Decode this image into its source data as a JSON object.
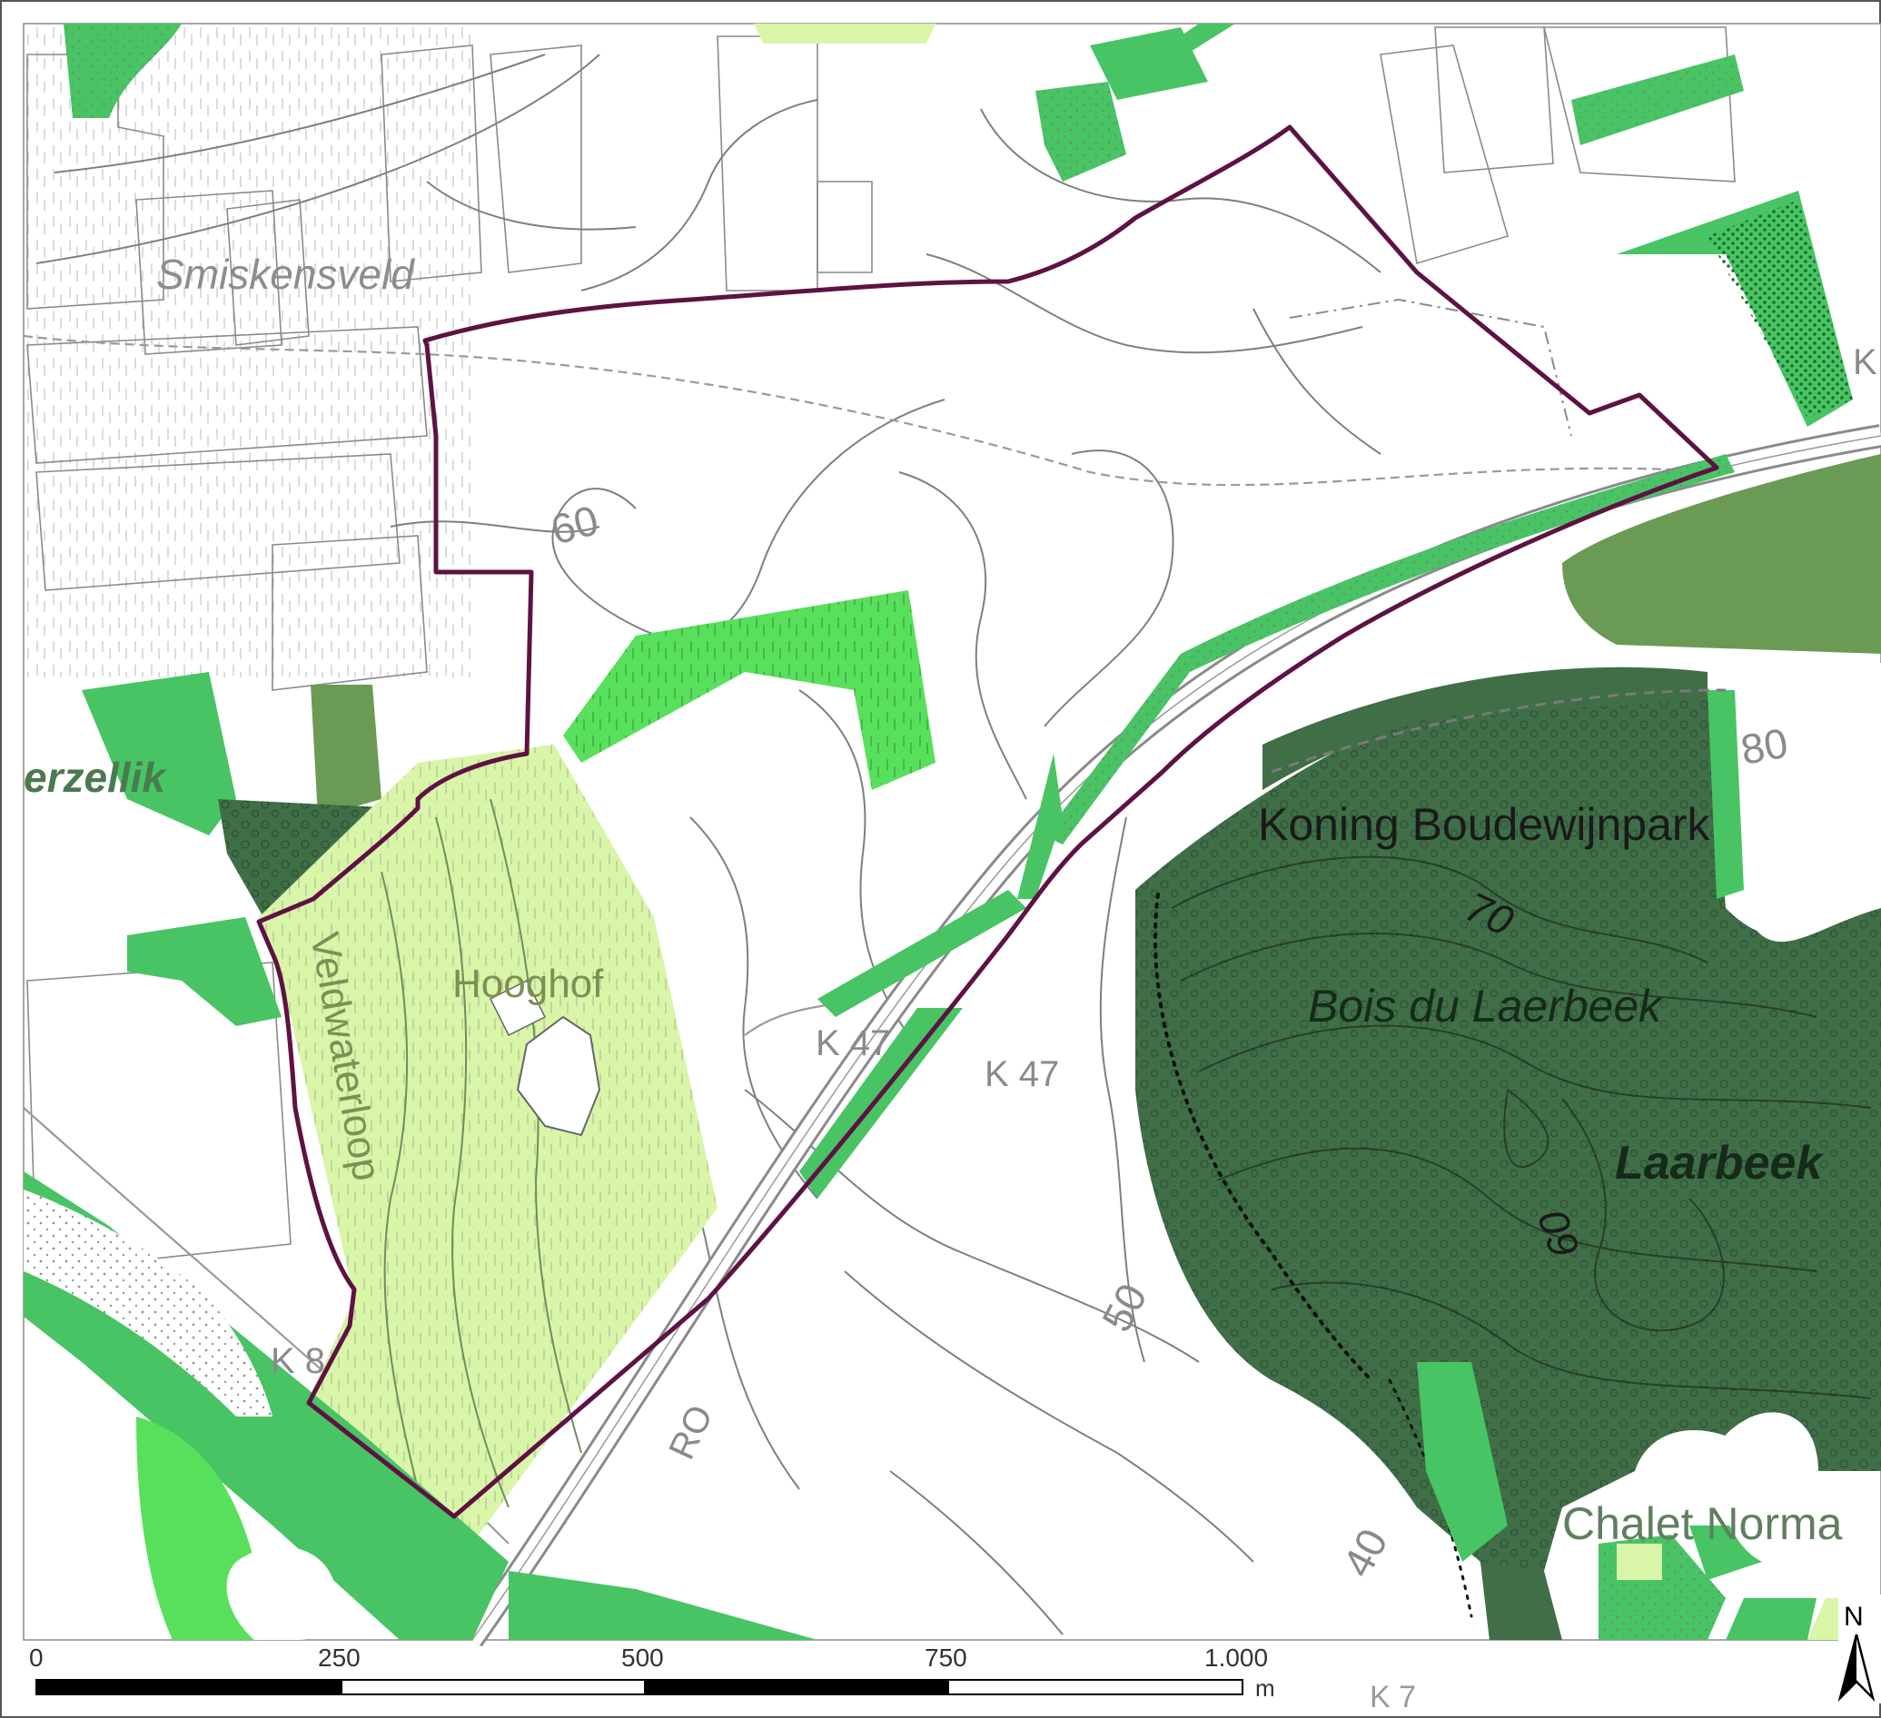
{
  "colors": {
    "background": "#ffffff",
    "forest_dark": "#3f6e47",
    "forest_medium": "#6b9a55",
    "green_bright": "#58e05c",
    "green_medium": "#48c464",
    "green_light": "#d8f5a8",
    "boundary": "#5e1243",
    "contour": "#7f7f7f"
  },
  "labels": {
    "smiskensveld": "Smiskensveld",
    "heerzellik": "erzellik",
    "hooghof": "Hooghof",
    "veldwaterloop": "Veldwaterloop",
    "koning_boudewijnpark": "Koning Boudewijnpark",
    "bois_du_laerbeek": "Bois du Laerbeek",
    "laarbeek": "Laarbeek",
    "chalet_normandie": "Chalet Norma",
    "k47_a": "K 47",
    "k47_b": "K 47",
    "k8": "K 8",
    "ro": "RO",
    "k_top_right": "K",
    "k7_bottom": "K 7"
  },
  "contour_labels": {
    "c60_top": "60",
    "c50": "50",
    "c40": "40",
    "c70": "70",
    "c80": "80",
    "c60_forest": "60"
  },
  "scale_bar": {
    "ticks": [
      "0",
      "250",
      "500",
      "750",
      "1.000"
    ],
    "unit": "m"
  },
  "north_arrow": {
    "label": "N",
    "icon": "north-arrow-icon"
  }
}
